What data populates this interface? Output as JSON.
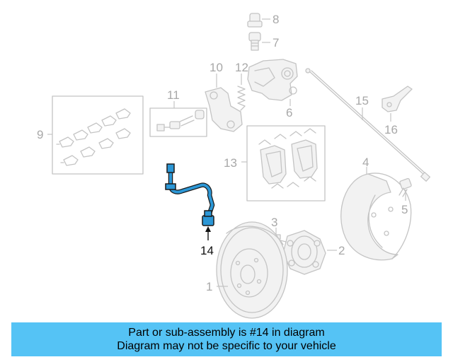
{
  "diagram": {
    "callouts": {
      "c1": "1",
      "c2": "2",
      "c3": "3",
      "c4": "4",
      "c5": "5",
      "c6": "6",
      "c7": "7",
      "c8": "8",
      "c9": "9",
      "c10": "10",
      "c11": "11",
      "c12": "12",
      "c13": "13",
      "c14": "14",
      "c15": "15",
      "c16": "16"
    },
    "highlighted_part": "14",
    "highlight_color": "#2c97d6"
  },
  "banner": {
    "line1": "Part or sub-assembly is #14 in diagram",
    "line2": "Diagram may not be specific to your vehicle",
    "background": "#55c3f5"
  }
}
